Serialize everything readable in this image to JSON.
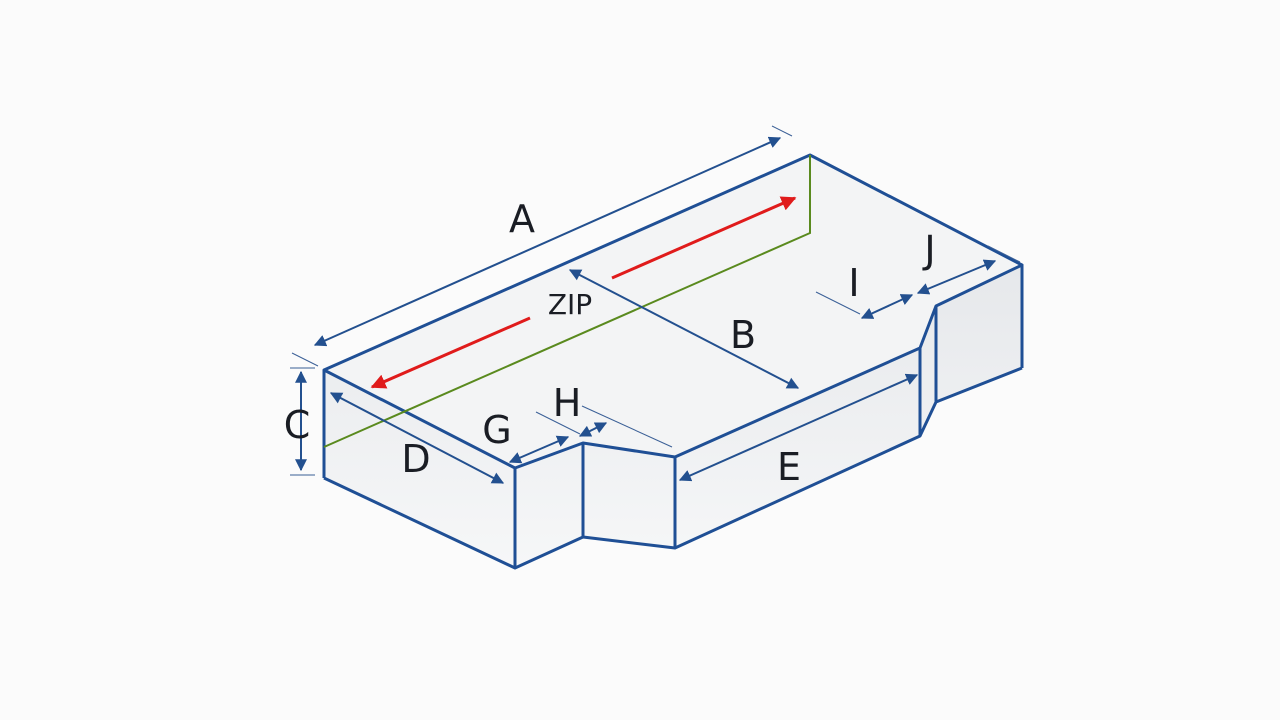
{
  "labels": {
    "A": "A",
    "B": "B",
    "C": "C",
    "D": "D",
    "E": "E",
    "G": "G",
    "H": "H",
    "I": "I",
    "J": "J",
    "zip": "ZIP"
  },
  "colors": {
    "edge": "#1f4f95",
    "zip_arrow": "#e01b1b",
    "center_line": "#5a8a1e",
    "dimension": "#23508f"
  }
}
